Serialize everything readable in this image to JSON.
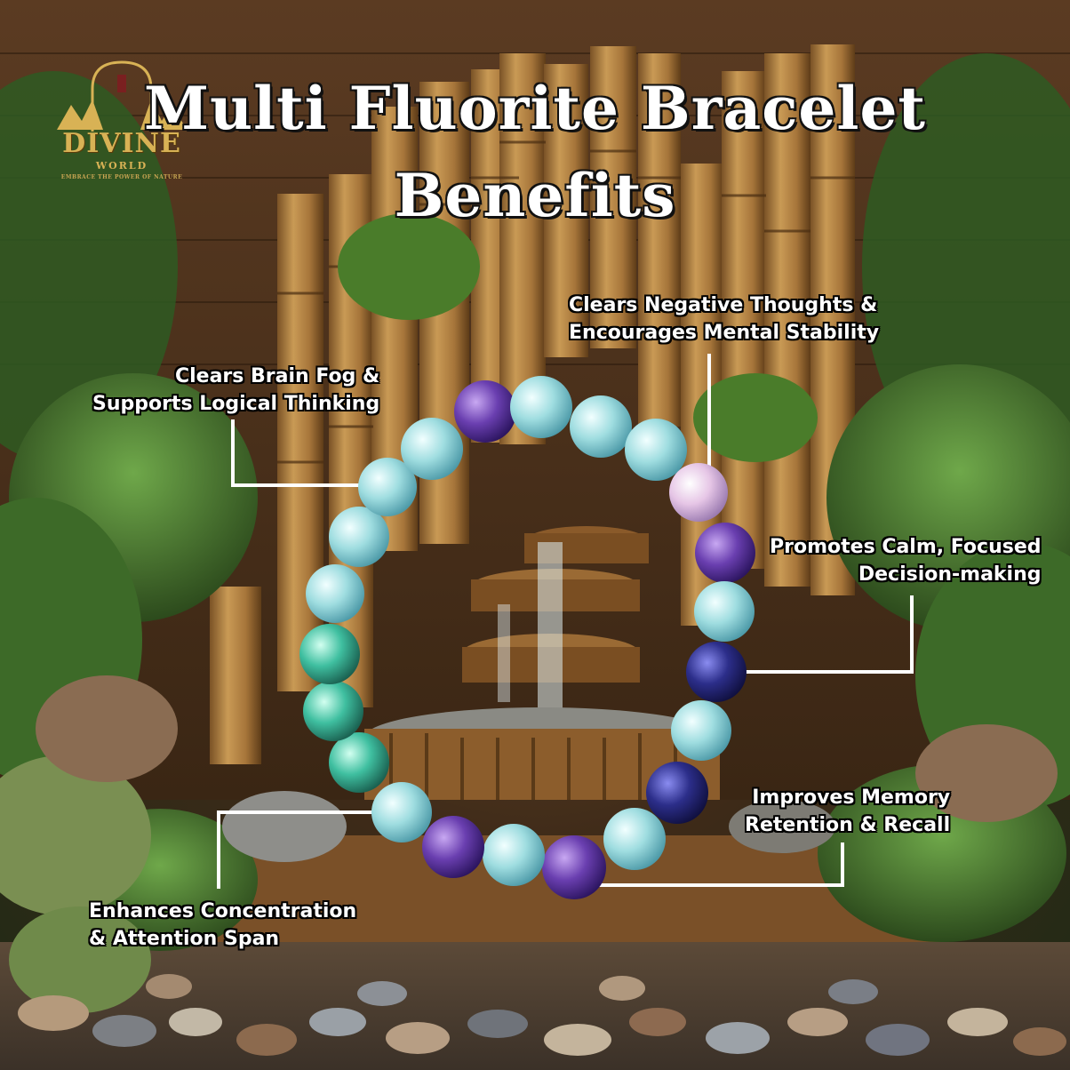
{
  "title": {
    "line1": "Multi Fluorite Bracelet",
    "line2": "Benefits"
  },
  "logo": {
    "brand": "DIVINE",
    "sub": "WORLD",
    "tagline": "EMBRACE THE POWER OF NATURE",
    "color": "#d8b255"
  },
  "benefits": {
    "negative": {
      "line1": "Clears Negative Thoughts &",
      "line2": "Encourages Mental Stability"
    },
    "fog": {
      "line1": "Clears Brain Fog &",
      "line2": "Supports Logical Thinking"
    },
    "calm": {
      "line1": "Promotes Calm, Focused",
      "line2": "Decision-making"
    },
    "memory": {
      "line1": "Improves Memory",
      "line2": "Retention & Recall"
    },
    "concentration": {
      "line1": "Enhances Concentration",
      "line2": "& Attention Span"
    }
  },
  "colors": {
    "connector": "#ffffff",
    "bead_aqua": "#9fdde0",
    "bead_purple": "#6a3fb0",
    "bead_green": "#3fbfa0",
    "bead_blue": "#2c2e8a",
    "bead_pink": "#e6c6e6"
  }
}
